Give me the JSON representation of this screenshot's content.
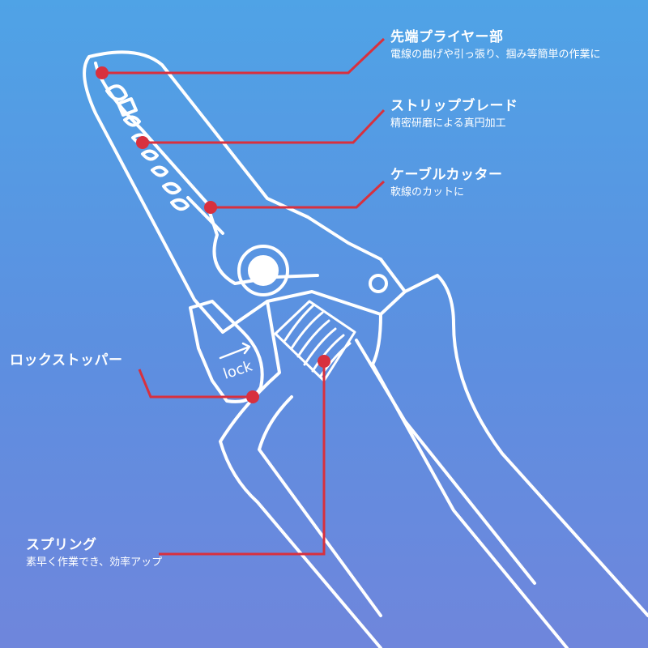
{
  "colors": {
    "background_top": "#4fa3e6",
    "background_bottom": "#6f86dc",
    "outline": "#ffffff",
    "callout": "#d8303e"
  },
  "icons": {
    "arrow": "lock-direction-arrow-icon"
  },
  "diagram": {
    "lock_text": "lock"
  },
  "callouts": {
    "tip": {
      "title": "先端プライヤー部",
      "desc": "電線の曲げや引っ張り、掴み等簡単の作業に"
    },
    "strip": {
      "title": "ストリップブレード",
      "desc": "精密研磨による真円加工"
    },
    "cable": {
      "title": "ケーブルカッター",
      "desc": "軟線のカットに"
    },
    "lock": {
      "title": "ロックストッパー"
    },
    "spring": {
      "title": "スプリング",
      "desc": "素早く作業でき、効率アップ"
    }
  }
}
